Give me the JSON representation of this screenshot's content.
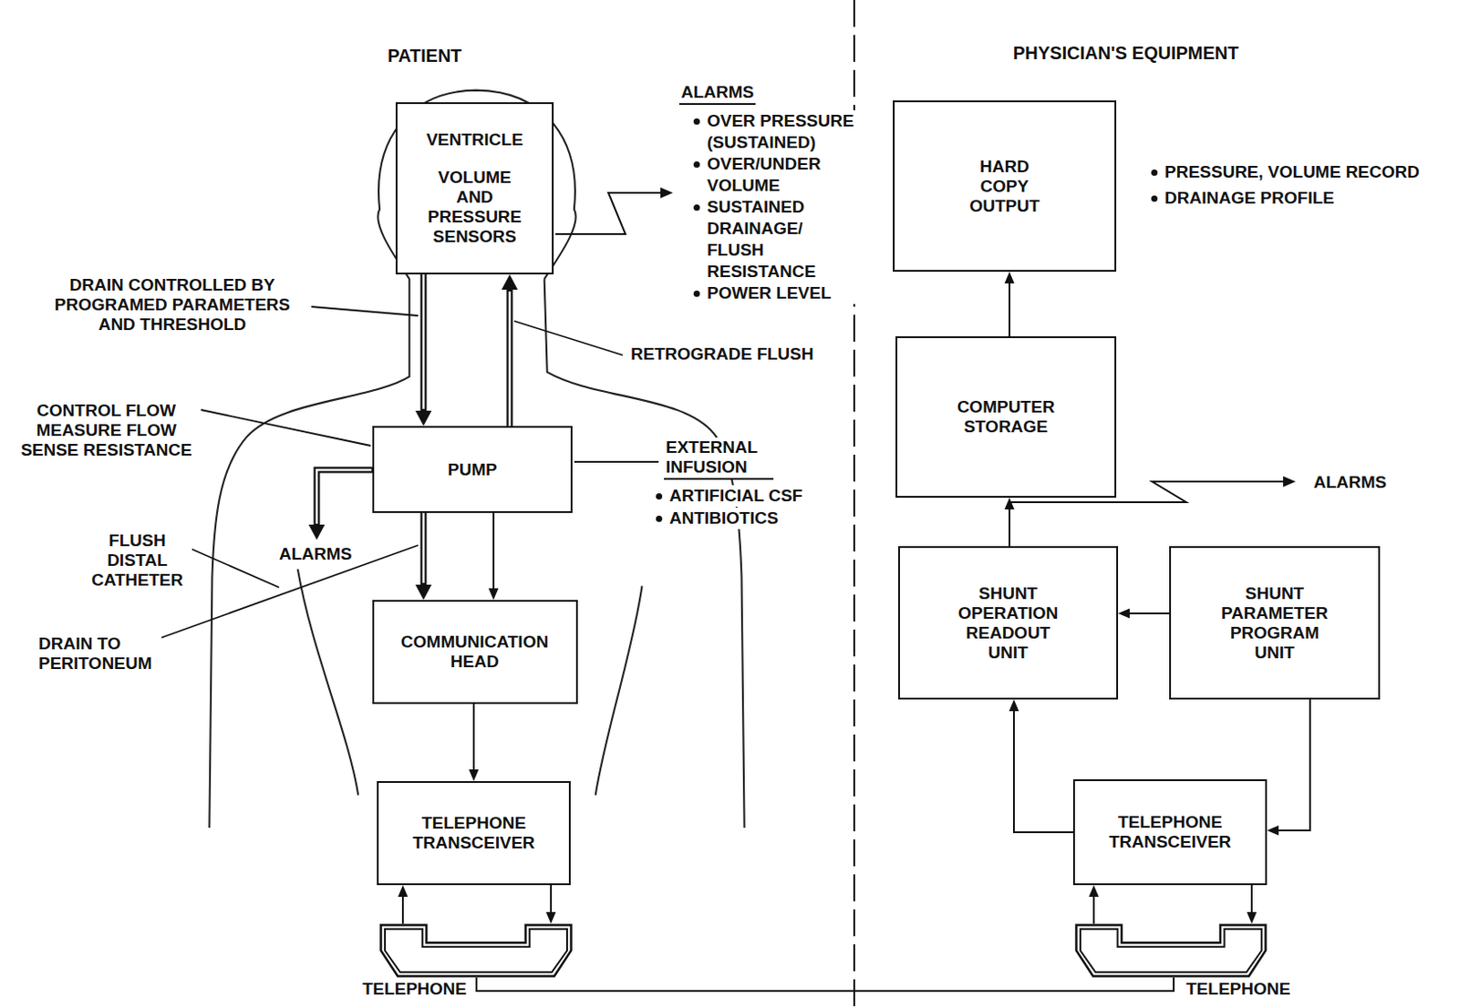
{
  "diagram": {
    "nodes": [
      {
        "text": [
          "VENTRICLE",
          "VOLUME AND PRESSURE SENSORS"
        ]
      },
      {
        "text": [
          "PUMP"
        ]
      },
      {
        "text": [
          "COMMUNICATION HEAD"
        ]
      },
      {
        "text": [
          "TELEPHONE TRANSCEIVER"
        ]
      },
      {
        "text": [
          "TELEPHONE"
        ]
      },
      {
        "text": [
          "HARD COPY OUTPUT"
        ]
      },
      {
        "text": [
          "COMPUTER STORAGE"
        ]
      },
      {
        "text": [
          "SHUNT OPERATION READOUT UNIT"
        ]
      },
      {
        "text": [
          "SHUNT PARAMETER PROGRAM UNIT"
        ]
      },
      {
        "text": [
          "TELEPHONE TRANSCEIVER"
        ]
      },
      {
        "text": [
          "TELEPHONE"
        ]
      }
    ],
    "edges": [
      {
        "from": 0,
        "to": 1,
        "arrow": "to"
      },
      {
        "from": 1,
        "to": 0,
        "arrow": "to"
      },
      {
        "from": 1,
        "to": 2,
        "arrow": "to"
      },
      {
        "from": 1,
        "to": 2,
        "arrow": "to"
      },
      {
        "from": 2,
        "to": 3,
        "arrow": "to"
      },
      {
        "from": 3,
        "to": 4,
        "arrow": "to"
      },
      {
        "from": 4,
        "to": 3,
        "arrow": "to"
      },
      {
        "from": 4,
        "to": 10,
        "arrow": "none"
      },
      {
        "from": 10,
        "to": 9,
        "arrow": "to"
      },
      {
        "from": 9,
        "to": 10,
        "arrow": "to"
      },
      {
        "from": 9,
        "to": 7,
        "arrow": "to"
      },
      {
        "from": 8,
        "to": 9,
        "arrow": "to"
      },
      {
        "from": 8,
        "to": 7,
        "arrow": "to"
      },
      {
        "from": 7,
        "to": 6,
        "arrow": "to"
      },
      {
        "from": 6,
        "to": 5,
        "arrow": "to"
      }
    ],
    "labels": [
      "PATIENT",
      "PHYSICIAN'S EQUIPMENT",
      "ALARMS",
      "OVER PRESSURE (SUSTAINED)",
      "OVER/UNDER VOLUME",
      "SUSTAINED DRAINAGE/ FLUSH RESISTANCE",
      "POWER LEVEL",
      "DRAIN CONTROLLED BY PROGRAMED PARAMETERS AND THRESHOLD",
      "RETROGRADE FLUSH",
      "CONTROL FLOW MEASURE FLOW SENSE RESISTANCE",
      "EXTERNAL INFUSION",
      "ARTIFICIAL CSF",
      "ANTIBIOTICS",
      "ALARMS",
      "FLUSH DISTAL CATHETER",
      "DRAIN TO PERITONEUM",
      "PRESSURE, VOLUME RECORD",
      "DRAINAGE PROFILE",
      "ALARMS"
    ]
  }
}
